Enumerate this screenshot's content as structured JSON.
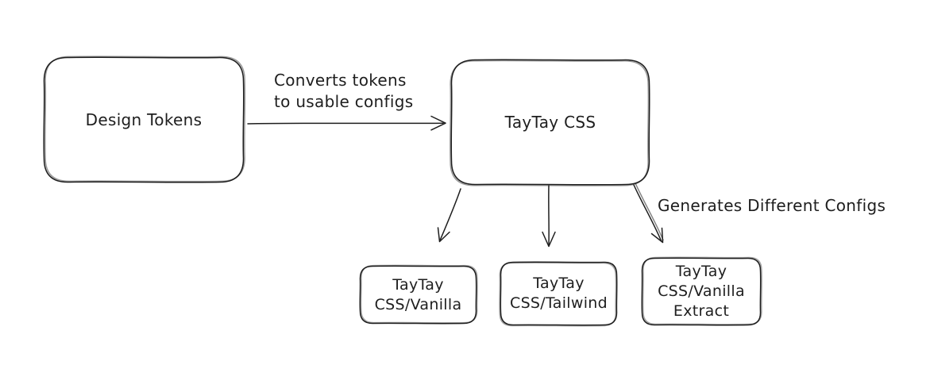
{
  "canvas": {
    "background": "#ffffff",
    "stroke": "#1e1e1e"
  },
  "nodes": {
    "design_tokens": {
      "lines": [
        "Design Tokens"
      ]
    },
    "taytay_css": {
      "lines": [
        "TayTay CSS"
      ]
    },
    "css_vanilla": {
      "lines": [
        "TayTay",
        "CSS/Vanilla"
      ]
    },
    "css_tailwind": {
      "lines": [
        "TayTay",
        "CSS/Tailwind"
      ]
    },
    "css_vanilla_extract": {
      "lines": [
        "TayTay",
        "CSS/Vanilla",
        "Extract"
      ]
    }
  },
  "edge_labels": {
    "converts": {
      "lines": [
        "Converts tokens",
        "to usable configs"
      ]
    },
    "generates": {
      "lines": [
        "Generates Different Configs"
      ]
    }
  }
}
